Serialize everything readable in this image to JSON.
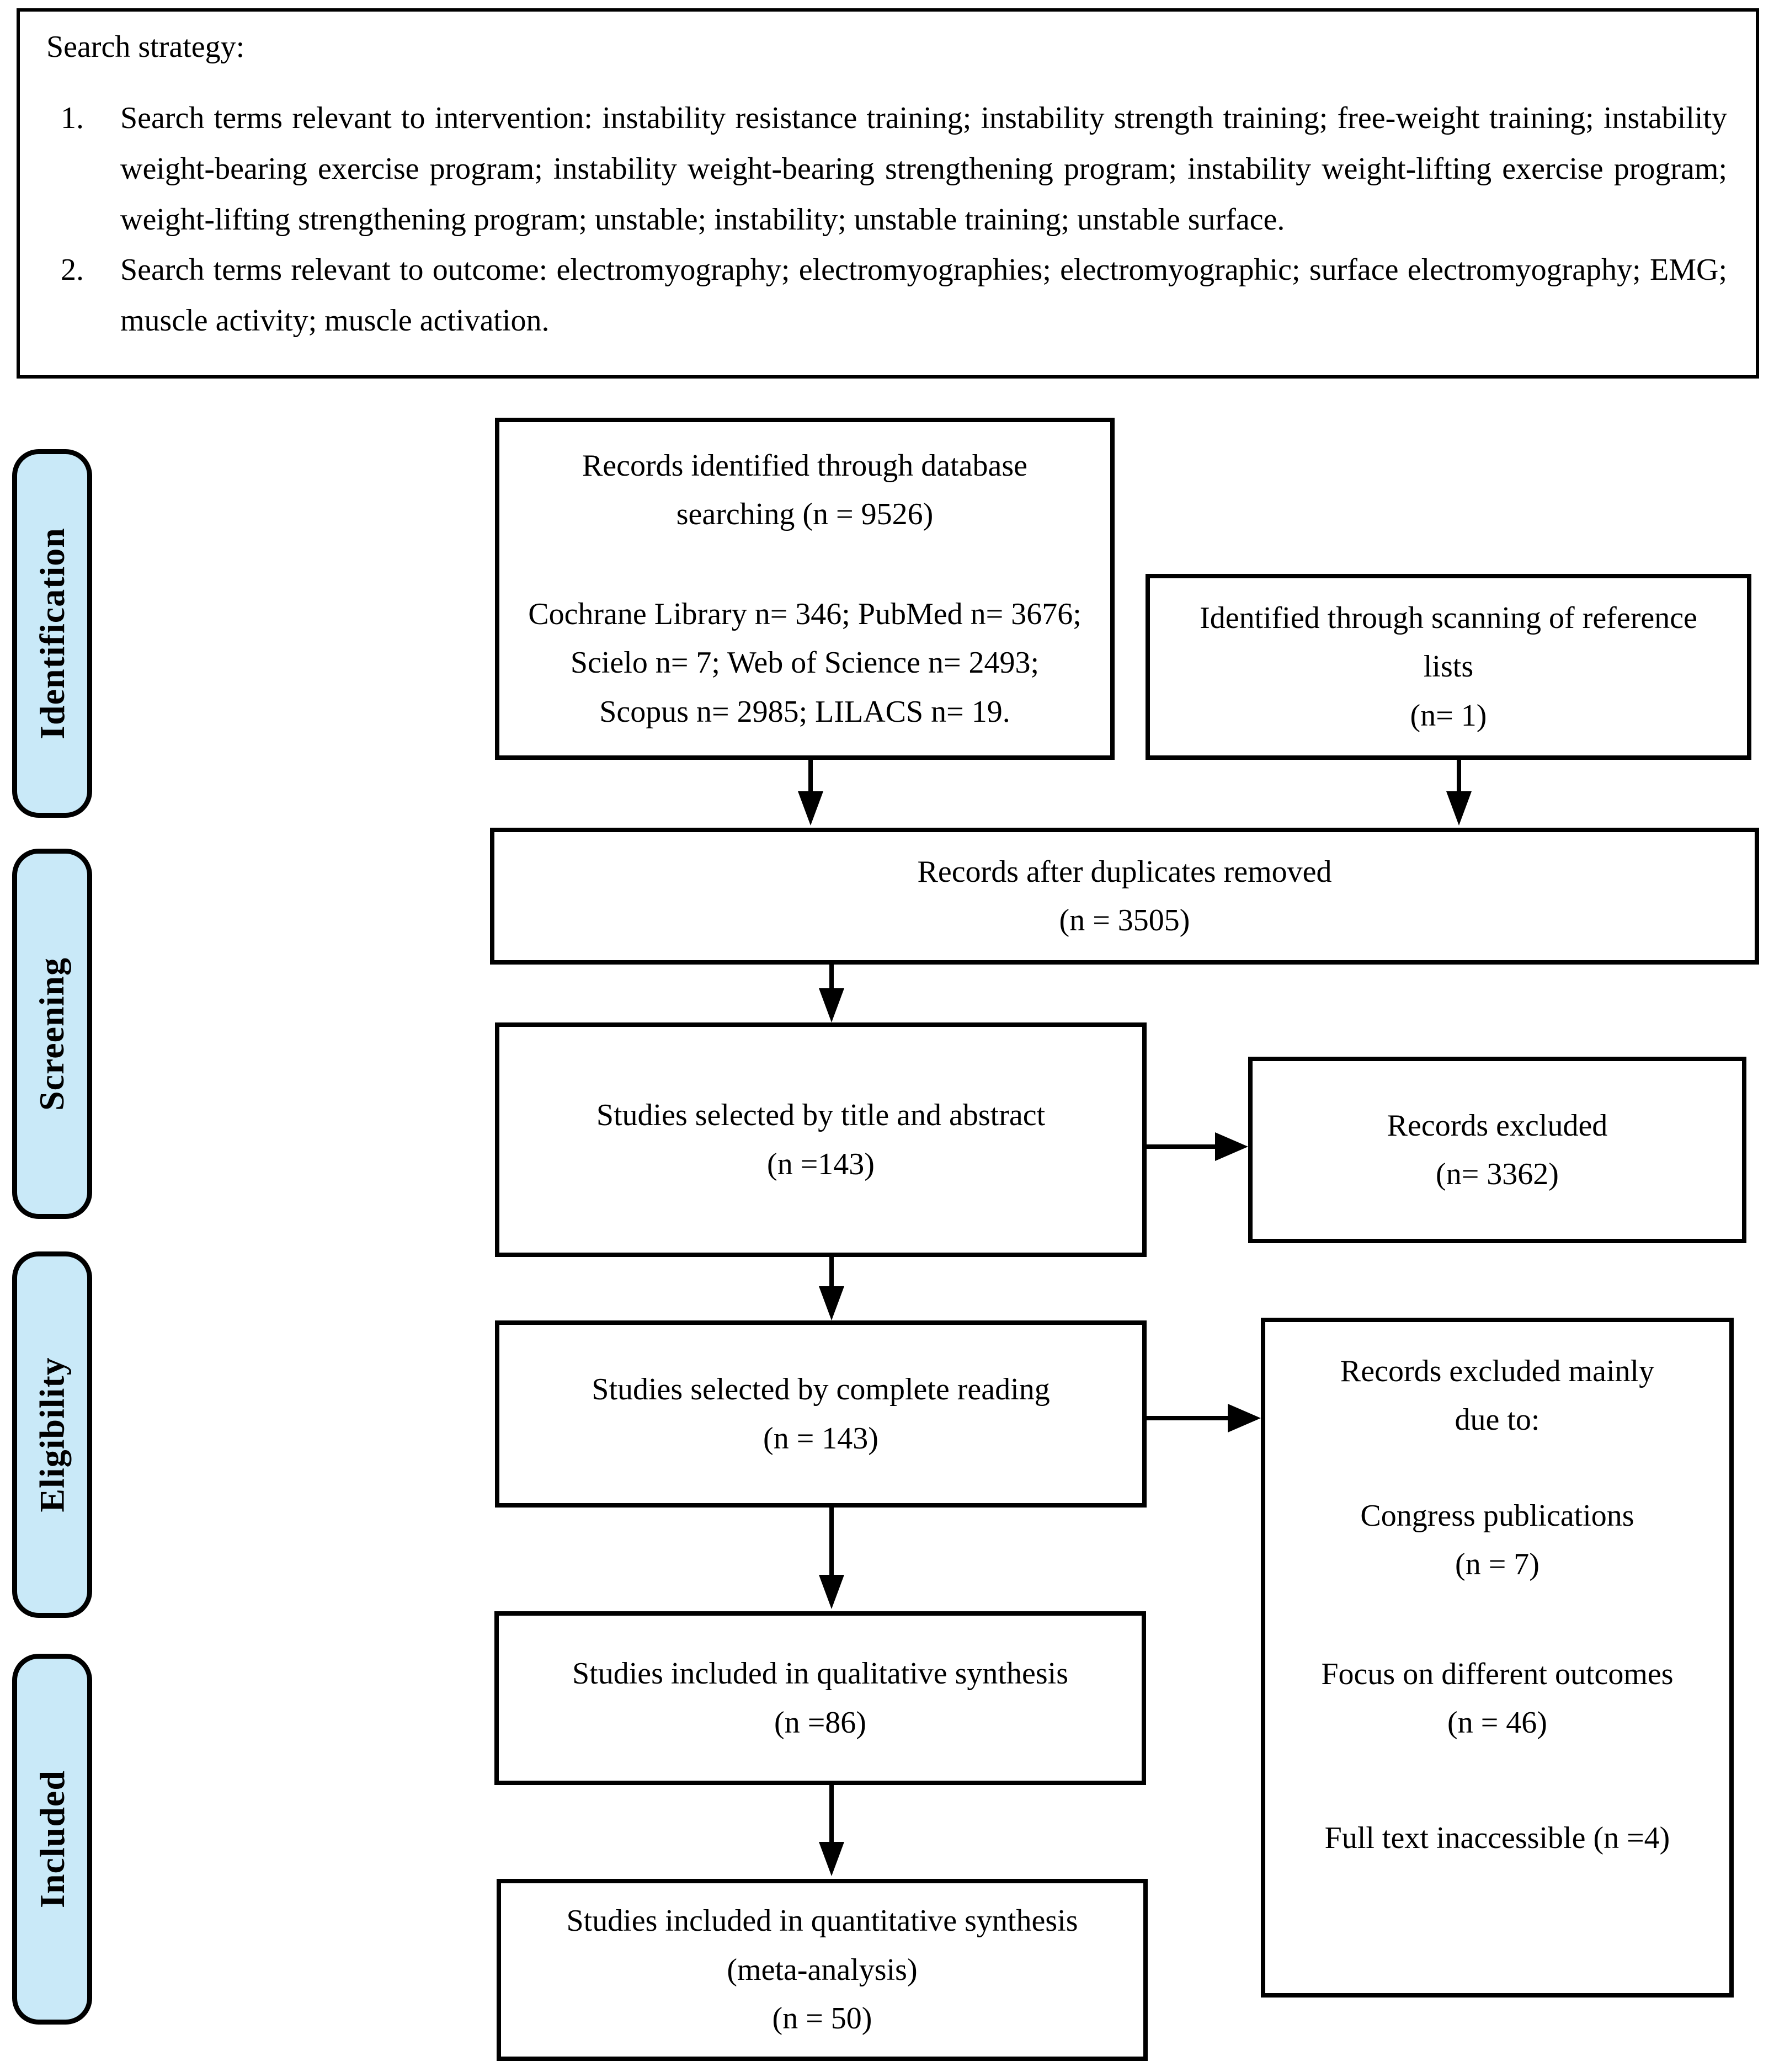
{
  "search_strategy": {
    "title": "Search strategy:",
    "items": [
      {
        "num": "1.",
        "text": "Search terms relevant to intervention: instability resistance training; instability strength training; free-weight training; instability weight-bearing exercise program; instability weight-bearing strengthening program; instability weight-lifting exercise program; weight-lifting strengthening program; unstable; instability; unstable training; unstable surface."
      },
      {
        "num": "2.",
        "text": "Search terms relevant to outcome: electromyography; electromyographies; electromyographic; surface electromyography; EMG; muscle activity; muscle activation."
      }
    ]
  },
  "stages": {
    "identification": "Identification",
    "screening": "Screening",
    "eligibility": "Eligibility",
    "included": "Included"
  },
  "colors": {
    "stage_fill": "#C9E9F8",
    "line": "#000000",
    "background": "#FFFFFF"
  },
  "boxes": {
    "database": {
      "text": "Records identified through database searching (n = 9526)",
      "sources": "Cochrane Library n= 346; PubMed n= 3676; Scielo n= 7; Web of Science n= 2493; Scopus n= 2985; LILACS n= 19."
    },
    "reference": {
      "text": "Identified through scanning of reference lists",
      "count": "(n= 1)"
    },
    "duplicates": {
      "text": "Records after duplicates removed",
      "count": "(n = 3505)"
    },
    "title_abstract": {
      "text": "Studies selected by title and abstract",
      "count": "(n =143)"
    },
    "excluded": {
      "text": "Records excluded",
      "count": "(n= 3362)"
    },
    "complete_reading": {
      "text": "Studies selected by complete reading",
      "count": "(n = 143)"
    },
    "excluded_reasons": {
      "heading_line1": "Records excluded mainly",
      "heading_line2": "due to:",
      "items": [
        {
          "text": "Congress publications",
          "count": "(n = 7)"
        },
        {
          "text": "Focus on different outcomes",
          "count": "(n = 46)"
        },
        {
          "text": "Full text inaccessible (n =4)",
          "count": ""
        }
      ]
    },
    "qualitative": {
      "text": "Studies included in qualitative synthesis",
      "count": "(n =86)"
    },
    "quantitative": {
      "text": "Studies included in quantitative synthesis (meta-analysis)",
      "count": "(n = 50)"
    }
  }
}
